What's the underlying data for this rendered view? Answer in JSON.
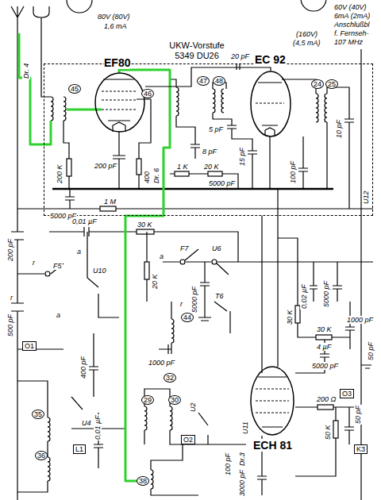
{
  "diagram": {
    "nodes": [
      {
        "text": [
          "UKW-Vorstufe 5349 DU26"
        ]
      },
      {
        "text": [
          "EF80"
        ],
        "in": 0
      },
      {
        "text": [
          "EC 92"
        ],
        "in": 0
      },
      {
        "text": [
          "ECH 81"
        ]
      }
    ],
    "edges": [
      {
        "from": 1,
        "to": 2,
        "arrow": "none"
      }
    ],
    "labels": [
      "80V (80V)",
      "1,6 mA",
      "(160V)",
      "(4,5 mA)",
      "60V (40V)",
      "6mA (2mA)",
      "Anschlußbl",
      "f. Fernseh-",
      "107 MHz",
      "20 pF",
      "Dr. 4",
      "45",
      "46",
      "47",
      "48",
      "24",
      "25",
      "200 pF",
      "200 K",
      "5000 pF",
      "1 M",
      "400",
      "Dr. 6",
      "1 K",
      "20 K",
      "5000 pF",
      "8 pF",
      "5 pF",
      "15 pF",
      "100 pF",
      "10 pF",
      "U12",
      "0,01 µF",
      "30 K",
      "20 K",
      "F7",
      "U6",
      "5000 pF",
      "T6",
      "0,02 µF",
      "5000 pF",
      "200 pF",
      "F5",
      "U10",
      "500 pF",
      "a",
      "r",
      "r",
      "a",
      "a",
      "r",
      "O1",
      "44",
      "1000 pF",
      "32",
      "30",
      "29",
      "400 pF",
      "0,01 µF",
      "U4",
      "U2",
      "O2",
      "U11",
      "100 pF",
      "3000 pF",
      "30 K",
      "30 K",
      "1000 pF",
      "4 µF",
      "5000 pF",
      "200 Ω",
      "50 K",
      "50 pF",
      "O3",
      "K3",
      "Dr.3",
      "35",
      "L1",
      "36",
      "38",
      "50 pF"
    ]
  }
}
